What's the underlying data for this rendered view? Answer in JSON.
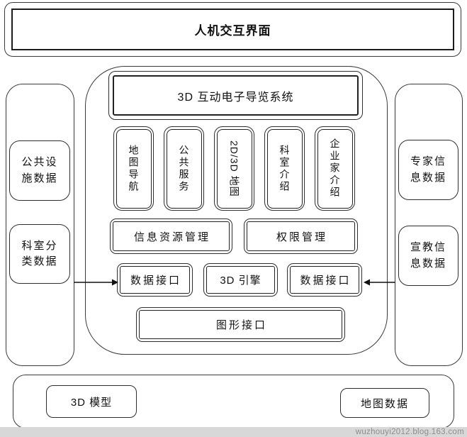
{
  "banner": {
    "title": "人机交互界面"
  },
  "middle": {
    "title": "3D 互动电子导览系统",
    "modules": [
      {
        "label": "地图导航"
      },
      {
        "label": "公共服务"
      },
      {
        "label": "2D/3D 地图"
      },
      {
        "label": "科室介绍"
      },
      {
        "label": "企业家介绍"
      }
    ],
    "management": [
      {
        "label": "信息资源管理"
      },
      {
        "label": "权限管理"
      }
    ],
    "interfaces": [
      {
        "label": "数据接口"
      },
      {
        "label": "3D 引擎"
      },
      {
        "label": "数据接口"
      }
    ],
    "graphics_interface": "图形接口"
  },
  "left_column": {
    "boxes": [
      {
        "label": "公共设施数据"
      },
      {
        "label": "科室分类数据"
      }
    ]
  },
  "right_column": {
    "boxes": [
      {
        "label": "专家信息数据"
      },
      {
        "label": "宣教信息数据"
      }
    ]
  },
  "bottom": {
    "boxes": [
      {
        "label": "3D 模型"
      },
      {
        "label": "地图数据"
      }
    ]
  },
  "watermark": "wuzhouyi2012.blog.163.com",
  "colors": {
    "border": "#2e2e2e",
    "text": "#111111",
    "watermark_bg": "#d8d8d8",
    "watermark_text": "#8d8d8d",
    "background": "#ffffff"
  }
}
